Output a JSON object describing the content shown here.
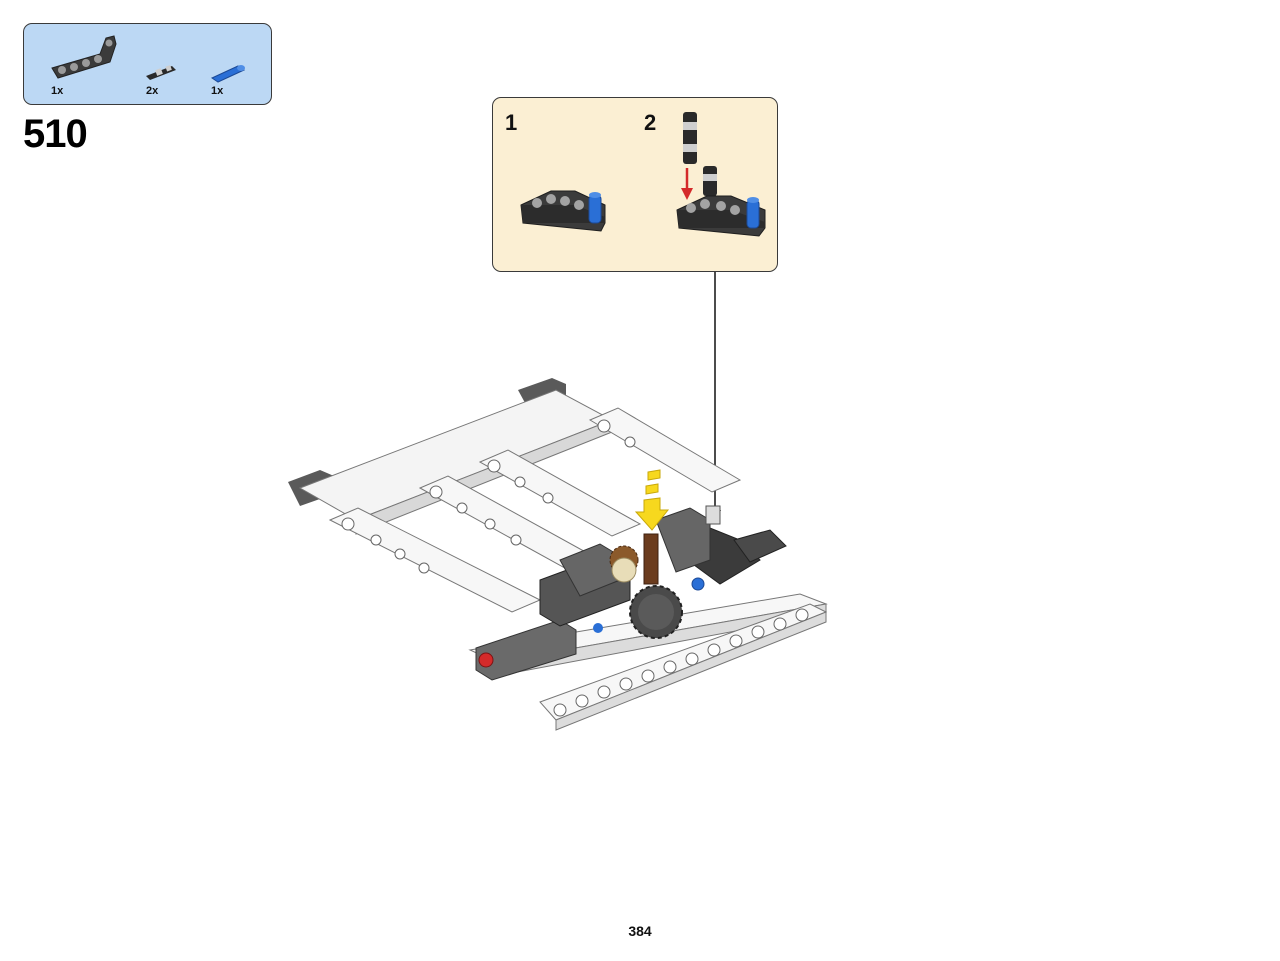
{
  "parts_list": {
    "items": [
      {
        "icon": "angled-beam-icon",
        "qty": "1x"
      },
      {
        "icon": "connector-pin-icon",
        "qty": "2x"
      },
      {
        "icon": "blue-axle-pin-icon",
        "qty": "1x"
      }
    ]
  },
  "step": {
    "number": "510"
  },
  "sub_assembly": {
    "steps": [
      {
        "number": "1"
      },
      {
        "number": "2"
      }
    ]
  },
  "colors": {
    "parts_box_bg": "#bcd8f4",
    "sub_box_bg": "#fbefd3",
    "beam_dark": "#3b3b3b",
    "pin_blue": "#2a6fd6",
    "arrow_red": "#d42a2a",
    "arrow_yellow": "#f7d81e"
  },
  "page": {
    "number": "384"
  }
}
